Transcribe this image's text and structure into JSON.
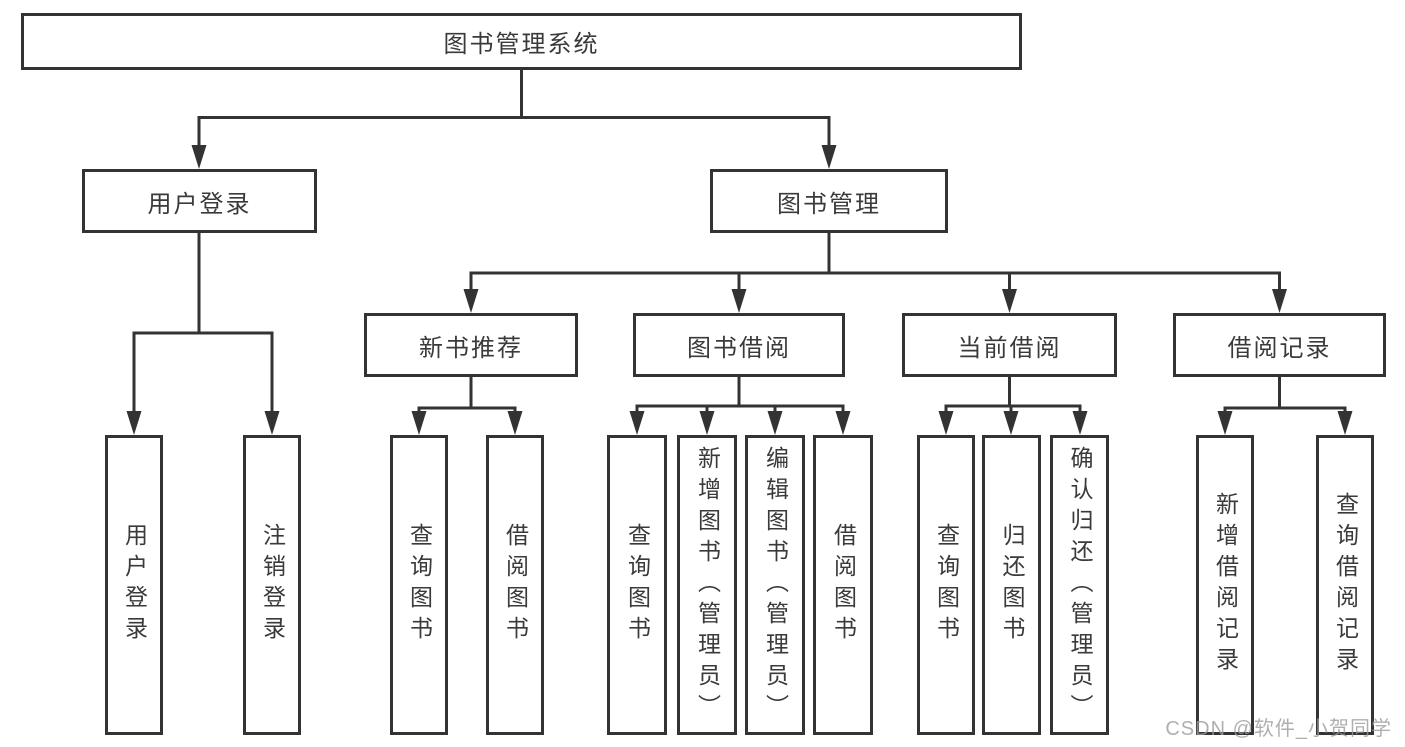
{
  "diagram": {
    "root": {
      "label": "图书管理系统"
    },
    "branches": [
      {
        "label": "用户登录",
        "children": [
          {
            "label": "用户登录"
          },
          {
            "label": "注销登录"
          }
        ]
      },
      {
        "label": "图书管理",
        "children": [
          {
            "label": "新书推荐",
            "children": [
              {
                "label": "查询图书"
              },
              {
                "label": "借阅图书"
              }
            ]
          },
          {
            "label": "图书借阅",
            "children": [
              {
                "label": "查询图书"
              },
              {
                "label": "新增图书（管理员）"
              },
              {
                "label": "编辑图书（管理员）"
              },
              {
                "label": "借阅图书"
              }
            ]
          },
          {
            "label": "当前借阅",
            "children": [
              {
                "label": "查询图书"
              },
              {
                "label": "归还图书"
              },
              {
                "label": "确认归还（管理员）"
              }
            ]
          },
          {
            "label": "借阅记录",
            "children": [
              {
                "label": "新增借阅记录"
              },
              {
                "label": "查询借阅记录"
              }
            ]
          }
        ]
      }
    ]
  },
  "watermark": {
    "text": "CSDN @软件_小贺同学"
  },
  "colors": {
    "line": "#333333",
    "text": "#3a3a3a",
    "background": "#ffffff",
    "watermark": "#9c9c9c"
  }
}
